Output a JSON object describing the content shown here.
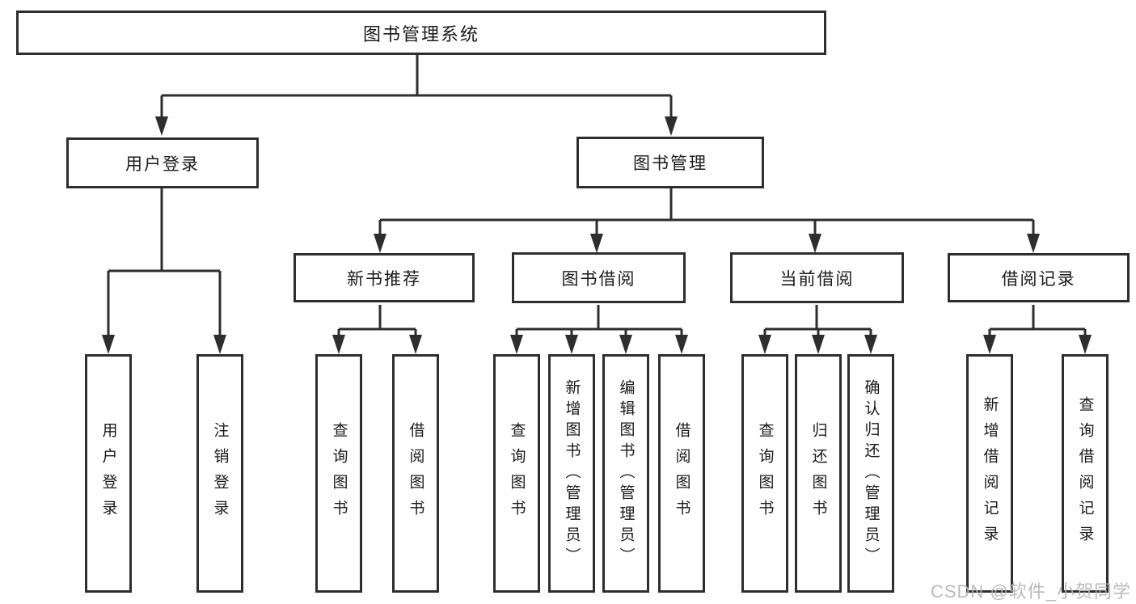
{
  "diagram": {
    "root": {
      "label": "图书管理系统",
      "children": [
        {
          "label": "用户登录",
          "children": [
            {
              "label": "用户登录"
            },
            {
              "label": "注销登录"
            }
          ]
        },
        {
          "label": "图书管理",
          "children": [
            {
              "label": "新书推荐",
              "children": [
                {
                  "label": "查询图书"
                },
                {
                  "label": "借阅图书"
                }
              ]
            },
            {
              "label": "图书借阅",
              "children": [
                {
                  "label": "查询图书"
                },
                {
                  "label": "新增图书（管理员）"
                },
                {
                  "label": "编辑图书（管理员）"
                },
                {
                  "label": "借阅图书"
                }
              ]
            },
            {
              "label": "当前借阅",
              "children": [
                {
                  "label": "查询图书"
                },
                {
                  "label": "归还图书"
                },
                {
                  "label": "确认归还（管理员）"
                }
              ]
            },
            {
              "label": "借阅记录",
              "children": [
                {
                  "label": "新增借阅记录"
                },
                {
                  "label": "查询借阅记录"
                }
              ]
            }
          ]
        }
      ]
    }
  },
  "watermark": {
    "text": "CSDN @软件_小贺同学"
  },
  "colors": {
    "line": "#2e2e2e",
    "text": "#1a1a1a",
    "background": "#ffffff",
    "watermark": "#b5b5b5"
  }
}
